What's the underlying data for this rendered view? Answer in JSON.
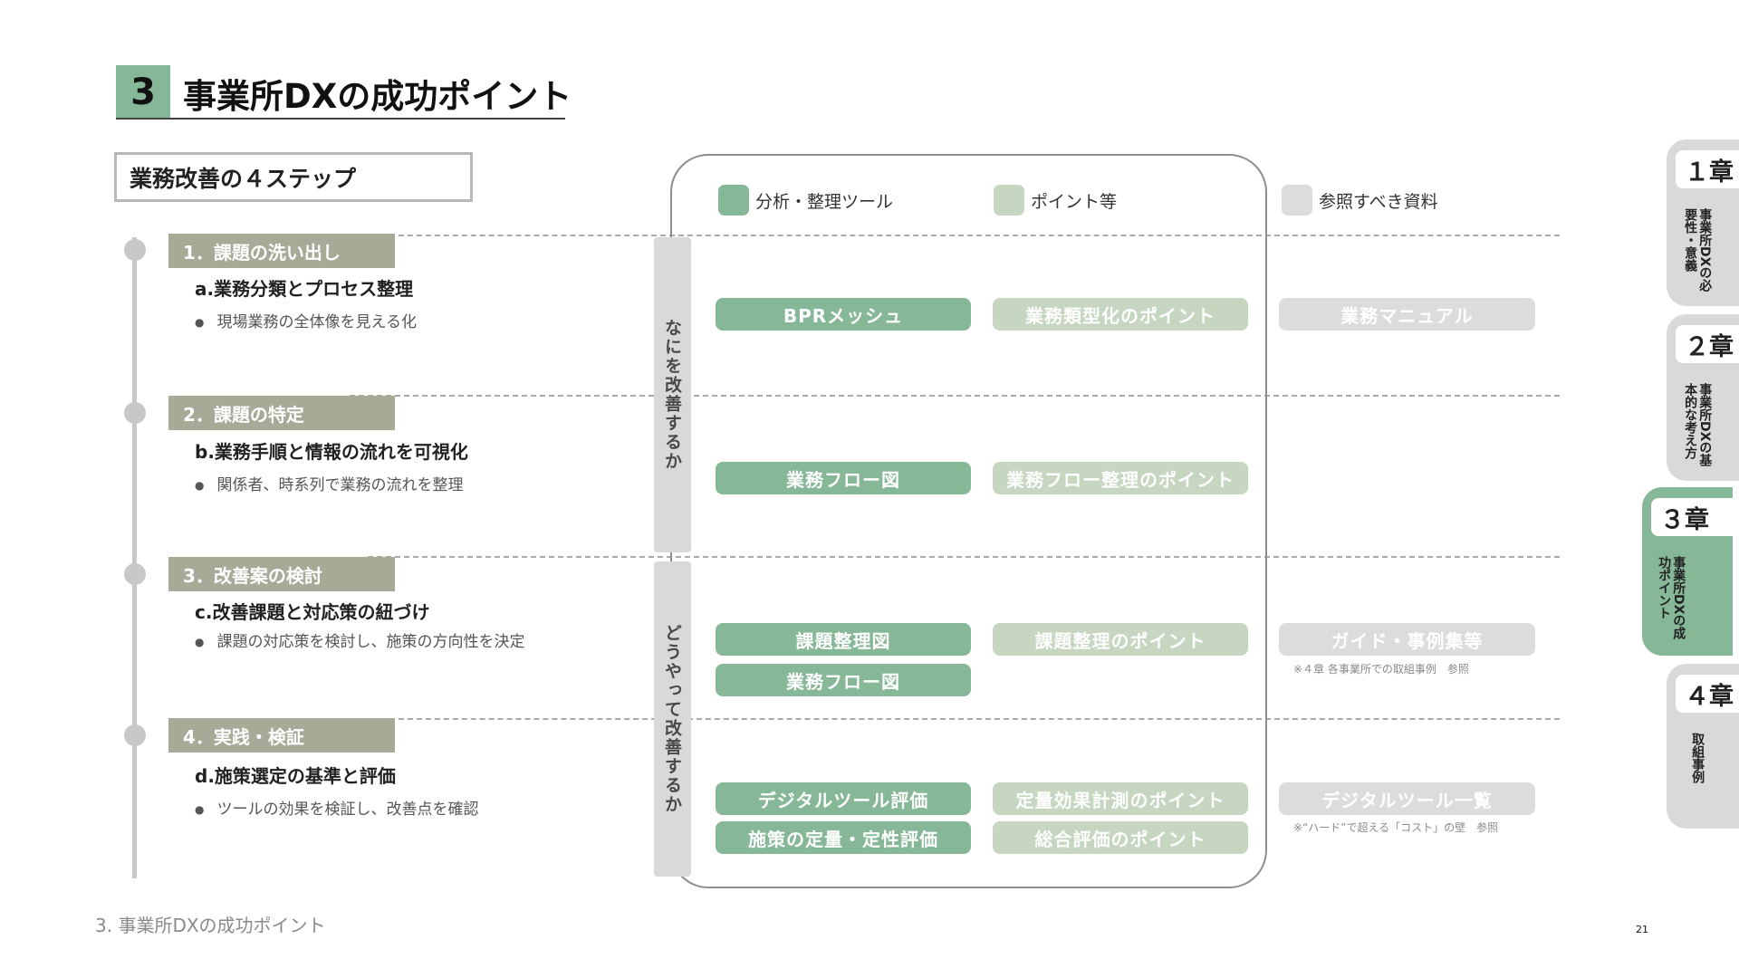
{
  "header": {
    "section_number": "3",
    "title": "事業所DXの成功ポイント"
  },
  "steps_heading": "業務改善の４ステップ",
  "legend": [
    {
      "label": "分析・整理ツール",
      "color": "#86b898"
    },
    {
      "label": "ポイント等",
      "color": "#c6d6c0"
    },
    {
      "label": "参照すべき資料",
      "color": "#dcdcdc"
    }
  ],
  "categories": [
    "なにを改善するか",
    "どうやって改善するか"
  ],
  "steps": [
    {
      "badge": "1．課題の洗い出し",
      "subtitle": "a.業務分類とプロセス整理",
      "description": "現場業務の全体像を見える化"
    },
    {
      "badge": "2．課題の特定",
      "subtitle": "b.業務手順と情報の流れを可視化",
      "description": "関係者、時系列で業務の流れを整理"
    },
    {
      "badge": "3．改善案の検討",
      "subtitle": "c.改善課題と対応策の紐づけ",
      "description": "課題の対応策を検討し、施策の方向性を決定"
    },
    {
      "badge": "4．実践・検証",
      "subtitle": "d.施策選定の基準と評価",
      "description": "ツールの効果を検証し、改善点を確認"
    }
  ],
  "tools": {
    "row1": {
      "tool": "BPRメッシュ",
      "point": "業務類型化のポイント",
      "ref": "業務マニュアル"
    },
    "row2": {
      "tool": "業務フロー図",
      "point": "業務フロー整理のポイント"
    },
    "row3": {
      "tool_a": "課題整理図",
      "tool_b": "業務フロー図",
      "point": "課題整理のポイント",
      "ref": "ガイド・事例集等",
      "ref_note": "※４章 各事業所での取組事例　参照"
    },
    "row4": {
      "tool_a": "デジタルツール評価",
      "tool_b": "施策の定量・定性評価",
      "point_a": "定量効果計測のポイント",
      "point_b": "総合評価のポイント",
      "ref": "デジタルツール一覧",
      "ref_note": "※“ハード”で超える「コスト」の壁　参照"
    }
  },
  "chapters": [
    {
      "label": "１章",
      "desc": "事業所DXの必要性・意義"
    },
    {
      "label": "２章",
      "desc": "事業所DXの基本的な考え方"
    },
    {
      "label": "３章",
      "desc": "事業所DXの成功ポイント"
    },
    {
      "label": "４章",
      "desc": "取組事例"
    }
  ],
  "footer": "3. 事業所DXの成功ポイント",
  "page_number": "21"
}
